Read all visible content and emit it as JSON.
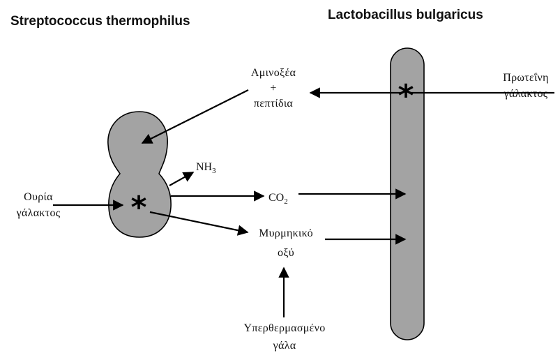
{
  "titles": {
    "left_bacterium": "Streptococcus thermophilus",
    "right_bacterium": "Lactobacillus bulgaricus"
  },
  "labels": {
    "amino_line1": "Αμινοξέα",
    "amino_plus": "+",
    "amino_line2": "πεπτίδια",
    "protein_line1": "Πρωτεΐνη",
    "protein_line2": "γάλακτος",
    "urea_line1": "Ουρία",
    "urea_line2": "γάλακτος",
    "nh3_main": "NH",
    "nh3_sub": "3",
    "co2_main": "CO",
    "co2_sub": "2",
    "formic_line1": "Μυρμηκικό",
    "formic_line2": "οξύ",
    "milk_line1": "Υπερθερμασμένο",
    "milk_line2": "γάλα"
  },
  "symbols": {
    "star": "*"
  },
  "colors": {
    "cell_fill": "#a3a3a3",
    "outline": "#000000",
    "text": "#111111"
  }
}
